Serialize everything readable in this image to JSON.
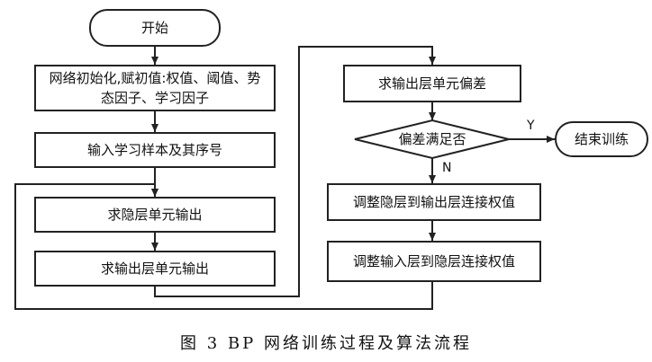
{
  "nodes": {
    "start": "开始",
    "init": "网络初始化,赋初值:权值、阈值、势态因子、学习因子",
    "input": "输入学习样本及其序号",
    "hidden_out": "求隐层单元输出",
    "output_out": "求输出层单元输出",
    "output_err": "求输出层单元偏差",
    "decision": "偏差满足否",
    "end": "结束训练",
    "adj_hidden_out": "调整隐层到输出层连接权值",
    "adj_input_hidden": "调整输入层到隐层连接权值"
  },
  "edge_labels": {
    "yes": "Y",
    "no": "N"
  },
  "caption": "图 3   BP 网络训练过程及算法流程"
}
